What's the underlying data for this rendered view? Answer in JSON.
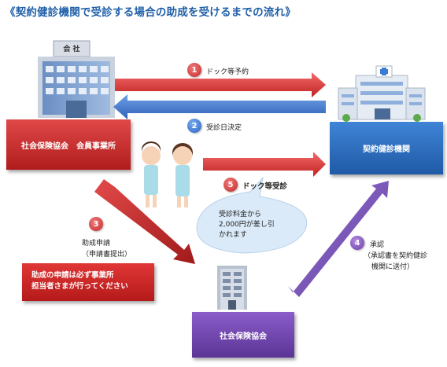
{
  "title": "《契約健診機関で受診する場合の助成を受けるまでの流れ》",
  "building_sign": "会 社",
  "boxes": {
    "member": "社会保険協会　会員事業所",
    "clinic": "契約健診機関",
    "association": "社会保険協会"
  },
  "steps": [
    {
      "num": "1",
      "label": "ドック等予約"
    },
    {
      "num": "2",
      "label": "受診日決定"
    },
    {
      "num": "3",
      "label": "助成申請",
      "sub": "（申請書提出）"
    },
    {
      "num": "4",
      "label": "承認",
      "sub1": "（承認書を契約健診",
      "sub2": "機関に送付）"
    },
    {
      "num": "5",
      "label": "ドック等受診"
    }
  ],
  "bubble": {
    "line1": "受診料金から",
    "line2": "2,000円が差し引",
    "line3": "かれます"
  },
  "note": {
    "line1": "助成の申請は必ず事業所",
    "line2": "担当者さまが行ってください"
  },
  "colors": {
    "red": "#d93a3a",
    "blue": "#2f6fc4",
    "purple": "#7a4fb8",
    "title": "#1f5fa8"
  }
}
